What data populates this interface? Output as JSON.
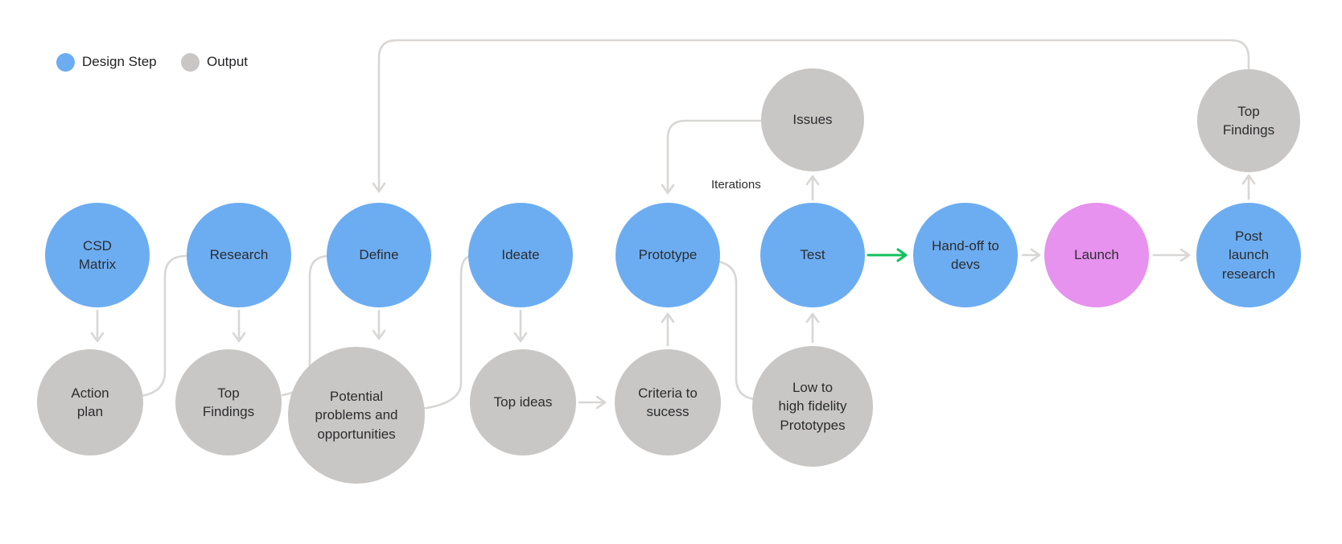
{
  "legend": {
    "design_step": {
      "label": "Design Step",
      "color": "#6cadf2"
    },
    "output": {
      "label": "Output",
      "color": "#c9c7c5"
    }
  },
  "labels": {
    "iterations": "Iterations"
  },
  "colors": {
    "design_step_fill": "#6cadf2",
    "output_fill": "#c9c7c5",
    "launch_fill": "#e692ee",
    "connector": "#d9d7d5",
    "test_to_handoff_arrow": "#12c05c",
    "node_text": "#2c2d2f",
    "background": "#ffffff"
  },
  "nodes": {
    "csd_matrix": {
      "label": "CSD Matrix",
      "type": "design_step"
    },
    "research": {
      "label": "Research",
      "type": "design_step"
    },
    "define": {
      "label": "Define",
      "type": "design_step"
    },
    "ideate": {
      "label": "Ideate",
      "type": "design_step"
    },
    "prototype": {
      "label": "Prototype",
      "type": "design_step"
    },
    "test": {
      "label": "Test",
      "type": "design_step"
    },
    "handoff_to_devs": {
      "label": "Hand-off to devs",
      "type": "design_step"
    },
    "launch": {
      "label": "Launch",
      "type": "design_step_launch"
    },
    "post_launch_research": {
      "label": "Post launch research",
      "type": "design_step"
    },
    "issues": {
      "label": "Issues",
      "type": "output"
    },
    "top_findings_post_launch": {
      "label": "Top Findings",
      "type": "output"
    },
    "action_plan": {
      "label": "Action plan",
      "type": "output"
    },
    "top_findings_research": {
      "label": "Top Findings",
      "type": "output"
    },
    "potential_problems": {
      "label": "Potential problems and opportunities",
      "type": "output"
    },
    "top_ideas": {
      "label": "Top ideas",
      "type": "output"
    },
    "criteria_to_sucess": {
      "label": "Criteria to sucess",
      "type": "output"
    },
    "low_to_high_fidelity": {
      "label": "Low to high fidelity Prototypes",
      "type": "output"
    }
  },
  "edges": [
    {
      "from": "csd_matrix",
      "to": "action_plan"
    },
    {
      "from": "action_plan",
      "to": "research"
    },
    {
      "from": "research",
      "to": "top_findings_research"
    },
    {
      "from": "top_findings_research",
      "to": "define"
    },
    {
      "from": "define",
      "to": "potential_problems"
    },
    {
      "from": "potential_problems",
      "to": "ideate"
    },
    {
      "from": "ideate",
      "to": "top_ideas"
    },
    {
      "from": "top_ideas",
      "to": "criteria_to_sucess"
    },
    {
      "from": "criteria_to_sucess",
      "to": "prototype"
    },
    {
      "from": "prototype",
      "to": "low_to_high_fidelity"
    },
    {
      "from": "low_to_high_fidelity",
      "to": "test"
    },
    {
      "from": "test",
      "to": "issues"
    },
    {
      "from": "issues",
      "to": "prototype",
      "label": "Iterations"
    },
    {
      "from": "test",
      "to": "handoff_to_devs",
      "color": "#12c05c"
    },
    {
      "from": "handoff_to_devs",
      "to": "launch"
    },
    {
      "from": "launch",
      "to": "post_launch_research"
    },
    {
      "from": "post_launch_research",
      "to": "top_findings_post_launch"
    },
    {
      "from": "top_findings_post_launch",
      "to": "define"
    }
  ]
}
